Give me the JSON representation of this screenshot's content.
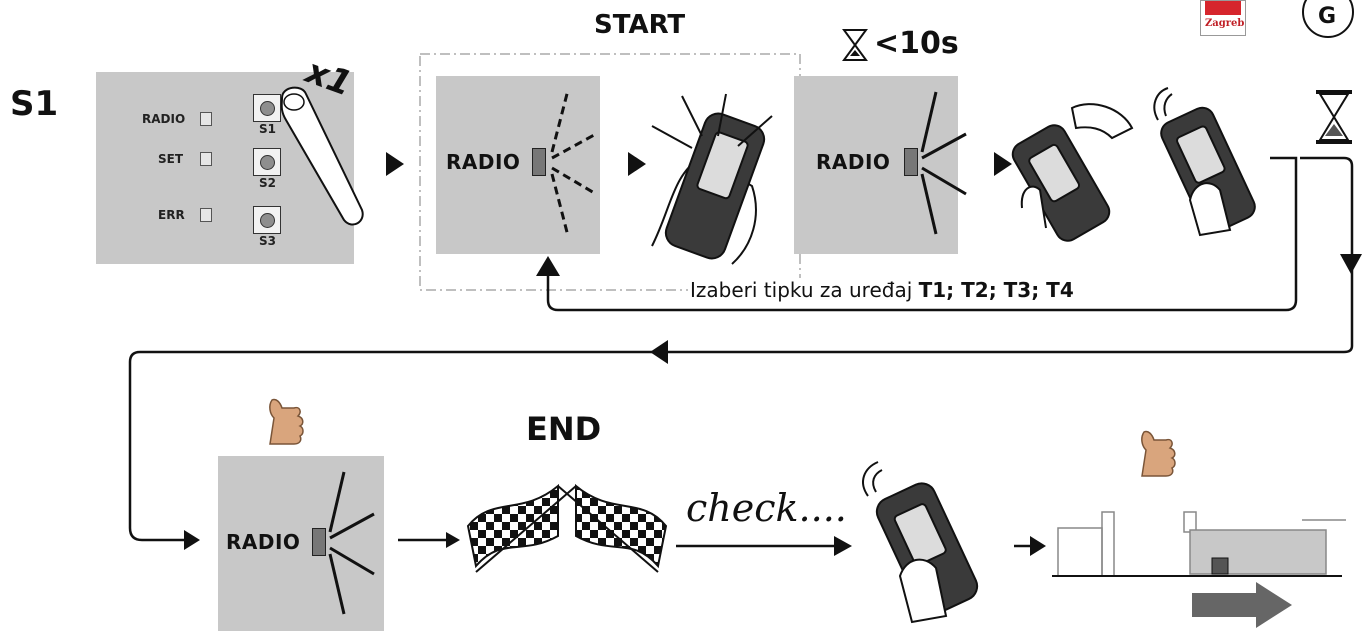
{
  "step_label": "S1",
  "start_label": "START",
  "timer": {
    "label": "<10s"
  },
  "press_count": "x1",
  "board": {
    "leds": [
      "RADIO",
      "SET",
      "ERR"
    ],
    "buttons": [
      "S1",
      "S2",
      "S3"
    ]
  },
  "radio_label": "RADIO",
  "instruction": {
    "text": "Izaberi tipku za uređaj ",
    "keys": "T1; T2; T3; T4"
  },
  "end_label": "END",
  "check_label": "check....",
  "logo": {
    "city": "Zagreb",
    "letter": "G"
  },
  "colors": {
    "panel": "#c8c8c8",
    "thumb": "#d9a57d",
    "arrow": "#666666"
  }
}
